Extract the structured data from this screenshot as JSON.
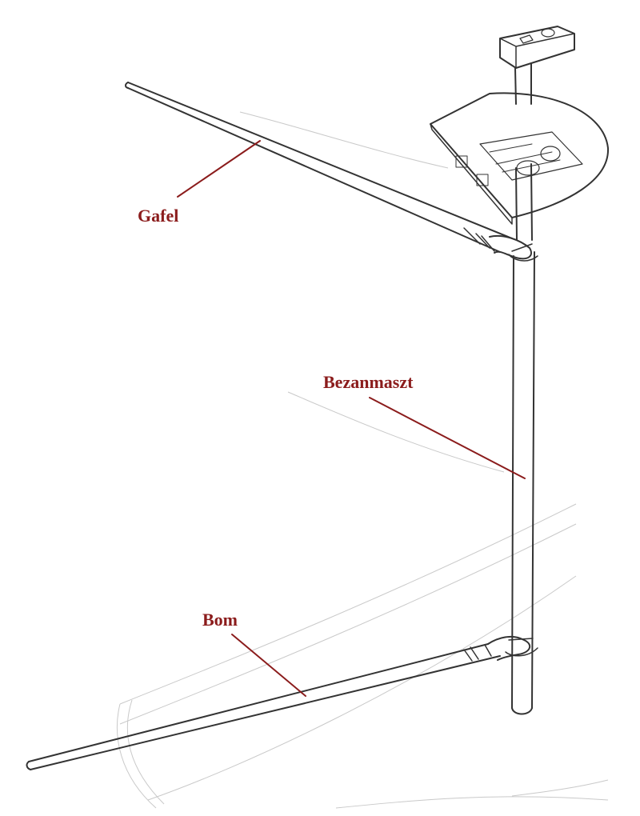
{
  "colors": {
    "label": "#8b1c1c",
    "ink": "#333333",
    "faint": "#c9c9c9",
    "background": "#ffffff"
  },
  "labels": {
    "gaff": "Gafel",
    "mast": "Bezanmaszt",
    "boom": "Bom"
  }
}
